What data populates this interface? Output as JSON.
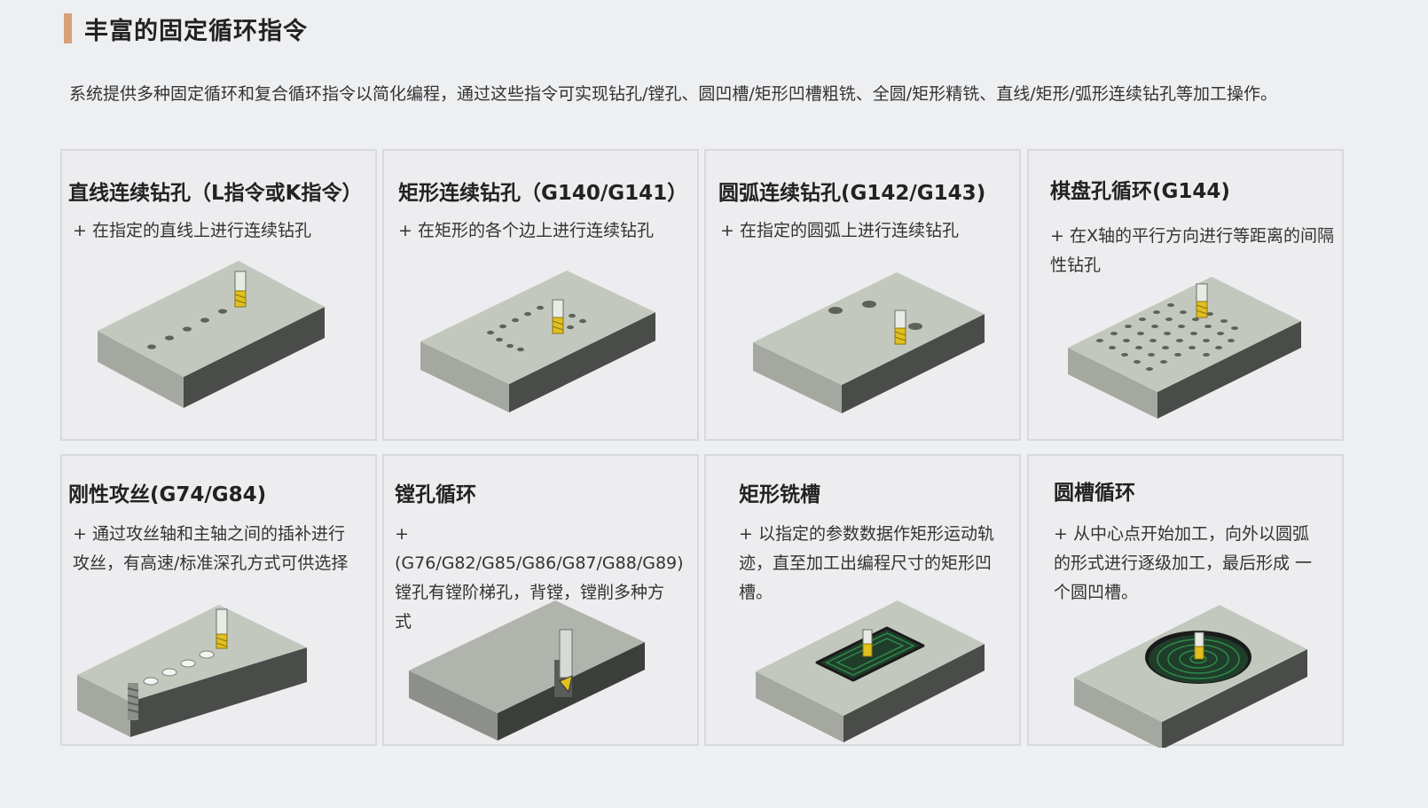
{
  "section": {
    "title": "丰富的固定循环指令",
    "accent_color": "#d9a178"
  },
  "intro": {
    "text": "系统提供多种固定循环和复合循环指令以简化编程，通过这些指令可实现钻孔/镗孔、圆凹槽/矩形凹槽粗铣、全圆/矩形精铣、直线/矩形/弧形连续钻孔等加工操作。"
  },
  "cards": [
    {
      "title": "直线连续钻孔（L指令或K指令）",
      "desc": "+ 在指定的直线上进行连续钻孔"
    },
    {
      "title": "矩形连续钻孔（G140/G141）",
      "desc": "+ 在矩形的各个边上进行连续钻孔"
    },
    {
      "title": "圆弧连续钻孔(G142/G143)",
      "desc": "+ 在指定的圆弧上进行连续钻孔"
    },
    {
      "title": "棋盘孔循环(G144)",
      "desc": "+ 在X轴的平行方向进行等距离的间隔性钻孔"
    },
    {
      "title": "刚性攻丝(G74/G84)",
      "desc": "+ 通过攻丝轴和主轴之间的插补进行攻丝，有高速/标准深孔方式可供选择"
    },
    {
      "title": "镗孔循环",
      "desc": "+ (G76/G82/G85/G86/G87/G88/G89) 镗孔有镗阶梯孔，背镗，镗削多种方式"
    },
    {
      "title": "矩形铣槽",
      "desc": "+ 以指定的参数数据作矩形运动轨迹，直至加工出编程尺寸的矩形凹槽。"
    },
    {
      "title": "圆槽循环",
      "desc": "+ 从中心点开始加工，向外以圆弧的形式进行逐级加工，最后形成 一个圆凹槽。"
    }
  ],
  "colors": {
    "block_top": "#c3c8bf",
    "block_left": "#a4a8a1",
    "block_right": "#4a4c49",
    "tool_gold": "#e0c020",
    "pocket_green": "#2f8a4a"
  }
}
